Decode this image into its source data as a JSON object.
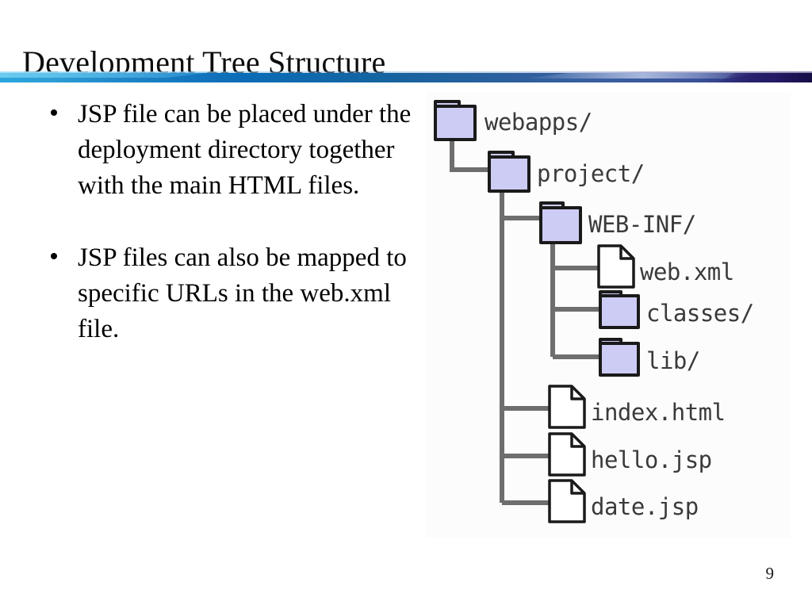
{
  "slide": {
    "title": "Development Tree Structure",
    "page_number": "9"
  },
  "body": {
    "bullets": [
      "JSP file can be placed under the deployment directory together with the main HTML files.",
      "JSP files can also be mapped to specific URLs in the web.xml file."
    ]
  },
  "diagram": {
    "name": "development-tree-structure",
    "colors": {
      "folder_fill": "#ccccf5",
      "folder_stroke": "#1a1a1a",
      "file_fill": "#ffffff",
      "file_stroke": "#1a1a1a",
      "connector": "#6e6e6e",
      "label_text": "#3a3a3a",
      "figure_background": "#fcfcfc"
    },
    "nodes": [
      {
        "label": "webapps/",
        "type": "folder",
        "depth": 0
      },
      {
        "label": "project/",
        "type": "folder",
        "depth": 1
      },
      {
        "label": "WEB-INF/",
        "type": "folder",
        "depth": 2
      },
      {
        "label": "web.xml",
        "type": "file",
        "depth": 3
      },
      {
        "label": "classes/",
        "type": "folder",
        "depth": 3
      },
      {
        "label": "lib/",
        "type": "folder",
        "depth": 3
      },
      {
        "label": "index.html",
        "type": "file",
        "depth": 2
      },
      {
        "label": "hello.jsp",
        "type": "file",
        "depth": 2
      },
      {
        "label": "date.jsp",
        "type": "file",
        "depth": 2
      }
    ]
  },
  "theme": {
    "divider_gradient_start": "#2aa5dd",
    "divider_gradient_mid": "#0a6cb6",
    "divider_gradient_end": "#1b1450",
    "background": "#ffffff",
    "text": "#000000"
  }
}
